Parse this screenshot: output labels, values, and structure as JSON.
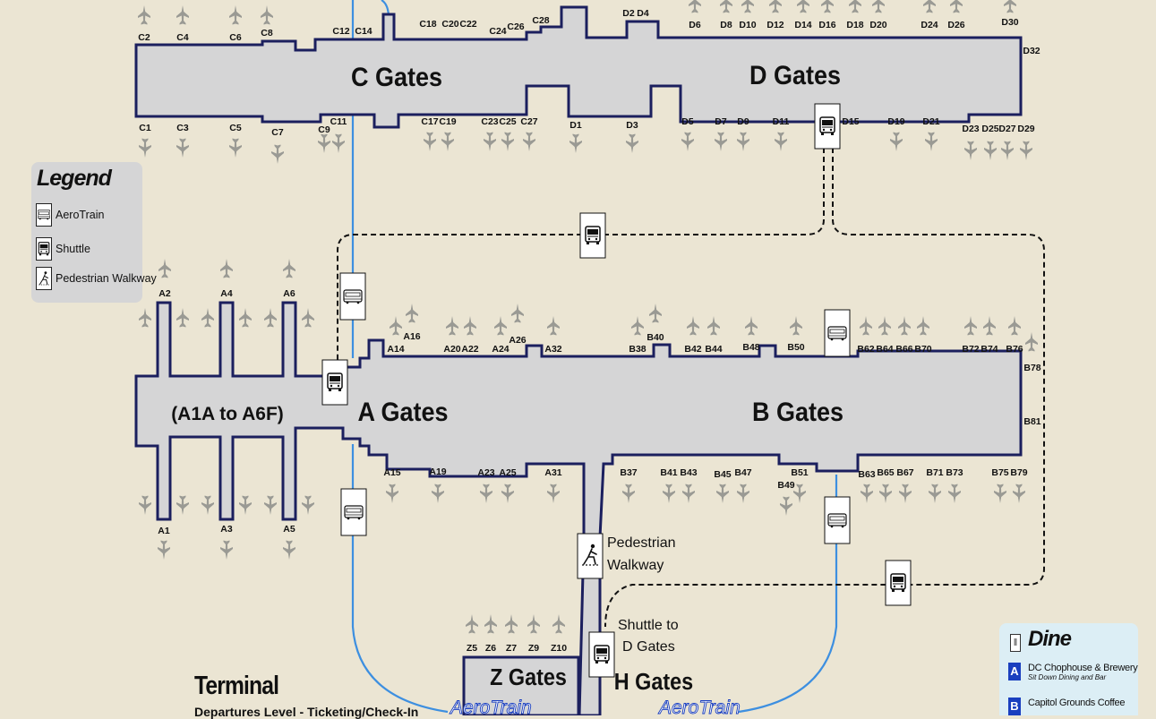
{
  "colors": {
    "background": "#ebe5d3",
    "concourse_fill": "#d5d5d6",
    "concourse_stroke": "#1b1f5e",
    "aerotrain_line": "#3d8fe0",
    "shuttle_line": "#111111",
    "plane": "#9a9a94",
    "dine_panel": "#dceef5",
    "dine_letter": "#1a3fbf"
  },
  "concourses": {
    "c": "C Gates",
    "d": "D Gates",
    "a": "A Gates",
    "b": "B Gates",
    "a1": "(A1A to A6F)",
    "z": "Z Gates",
    "h": "H Gates"
  },
  "callouts": {
    "walkway_line1": "Pedestrian",
    "walkway_line2": "Walkway",
    "shuttle_line1": "Shuttle to",
    "shuttle_line2": "D Gates",
    "aerotrain_brand": "AeroTrain"
  },
  "legend": {
    "title": "Legend",
    "items": [
      {
        "label": "AeroTrain",
        "icon": "aerotrain-icon"
      },
      {
        "label": "Shuttle",
        "icon": "shuttle-icon"
      },
      {
        "label": "Pedestrian Walkway",
        "icon": "pedestrian-icon"
      }
    ]
  },
  "dine": {
    "title": "Dine",
    "items": [
      {
        "letter": "A",
        "name": "DC Chophouse & Brewery",
        "subtitle": "Sit Down Dining and Bar"
      },
      {
        "letter": "B",
        "name": "Capitol Grounds Coffee",
        "subtitle": ""
      }
    ]
  },
  "terminal": {
    "title": "Terminal",
    "subtitle": "Departures Level - Ticketing/Check-In"
  },
  "gates": {
    "c_top": [
      "C2",
      "C4",
      "C6",
      "C8",
      "C12",
      "C14",
      "C18",
      "C20",
      "C22",
      "C24",
      "C26",
      "C28"
    ],
    "d_top": [
      "D2",
      "D4",
      "D6",
      "D8",
      "D10",
      "D12",
      "D14",
      "D16",
      "D18",
      "D20",
      "D24",
      "D26",
      "D30"
    ],
    "cd_end": [
      "D32"
    ],
    "c_bottom": [
      "C1",
      "C3",
      "C5",
      "C7",
      "C9",
      "C11",
      "C17",
      "C19",
      "C23",
      "C25",
      "C27"
    ],
    "d_bottom": [
      "D1",
      "D3",
      "D5",
      "D7",
      "D9",
      "D11",
      "D15",
      "D19",
      "D21",
      "D23",
      "D25",
      "D27",
      "D29"
    ],
    "a_top": [
      "A2",
      "A4",
      "A6",
      "A14",
      "A16",
      "A20",
      "A22",
      "A24",
      "A26",
      "A32"
    ],
    "b_top": [
      "B38",
      "B40",
      "B42",
      "B44",
      "B48",
      "B50",
      "B62",
      "B64",
      "B66",
      "B70",
      "B72",
      "B74",
      "B76"
    ],
    "b_end": [
      "B78",
      "B81"
    ],
    "a_bottom": [
      "A1",
      "A3",
      "A5",
      "A15",
      "A19",
      "A23",
      "A25",
      "A31"
    ],
    "b_bottom": [
      "B37",
      "B41",
      "B43",
      "B45",
      "B47",
      "B49",
      "B51",
      "B63",
      "B65",
      "B67",
      "B71",
      "B73",
      "B75",
      "B79"
    ],
    "z": [
      "Z5",
      "Z6",
      "Z7",
      "Z9",
      "Z10"
    ]
  }
}
